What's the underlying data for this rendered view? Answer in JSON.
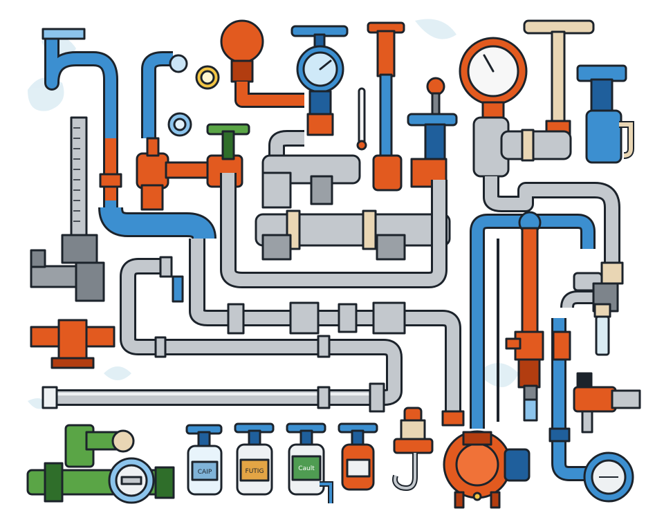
{
  "palette": {
    "gray": "#b9bec4",
    "gray_dark": "#7d848b",
    "blue": "#3c8fd0",
    "blue_dark": "#1f5f9c",
    "orange": "#e25a1f",
    "orange_dark": "#b23d10",
    "green": "#5aa546",
    "green_dark": "#2f6e2a",
    "beige": "#e9d6b4",
    "outline": "#1c232b",
    "splash": "#d9ebf3"
  },
  "bottles": [
    {
      "label": "CAIP",
      "color": "#7fb3d8"
    },
    {
      "label": "FUTIG",
      "color": "#e3a545"
    },
    {
      "label": "Cault",
      "color": "#4f9c52"
    },
    {
      "label": "",
      "color": "#e25a1f"
    }
  ]
}
